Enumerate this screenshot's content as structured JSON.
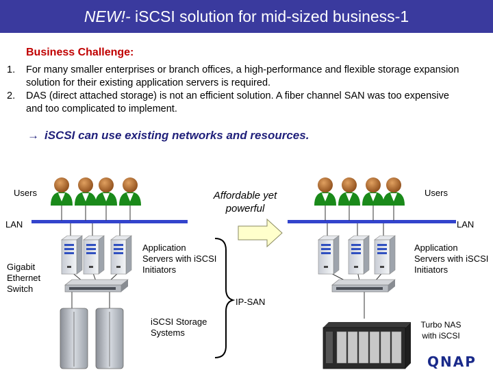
{
  "header": {
    "title_emphasis": "NEW!-",
    "title_rest": " iSCSI solution for mid-sized business-1"
  },
  "challenge": {
    "heading": "Business Challenge:",
    "items": [
      {
        "num": "1.",
        "text": "For many smaller enterprises or branch offices, a high-performance and flexible storage expansion solution for their existing application servers is required."
      },
      {
        "num": "2.",
        "text": "DAS (direct attached storage) is not an efficient solution. A fiber channel SAN was too expensive and too complicated to implement."
      }
    ]
  },
  "conclusion": {
    "arrow": "→",
    "text": "iSCSI can use existing networks and resources."
  },
  "diagram": {
    "left": {
      "users": "Users",
      "lan": "LAN",
      "switch": "Gigabit Ethernet Switch",
      "app_servers": "Application Servers with iSCSI Initiators",
      "storage": "iSCSI Storage Systems"
    },
    "middle": {
      "caption": "Affordable yet powerful",
      "ip_san": "IP-SAN"
    },
    "right": {
      "users": "Users",
      "lan": "LAN",
      "app_servers": "Application Servers with iSCSI Initiators",
      "nas": "Turbo NAS with iSCSI"
    },
    "logo": "QNAP"
  },
  "colors": {
    "header_bg": "#3a3a9e",
    "heading_red": "#c00000",
    "conclusion_blue": "#1f1f7a",
    "lan_blue": "#3344cc",
    "user_green": "#1a8a1a",
    "arrow_yellow": "#ffffcc"
  }
}
